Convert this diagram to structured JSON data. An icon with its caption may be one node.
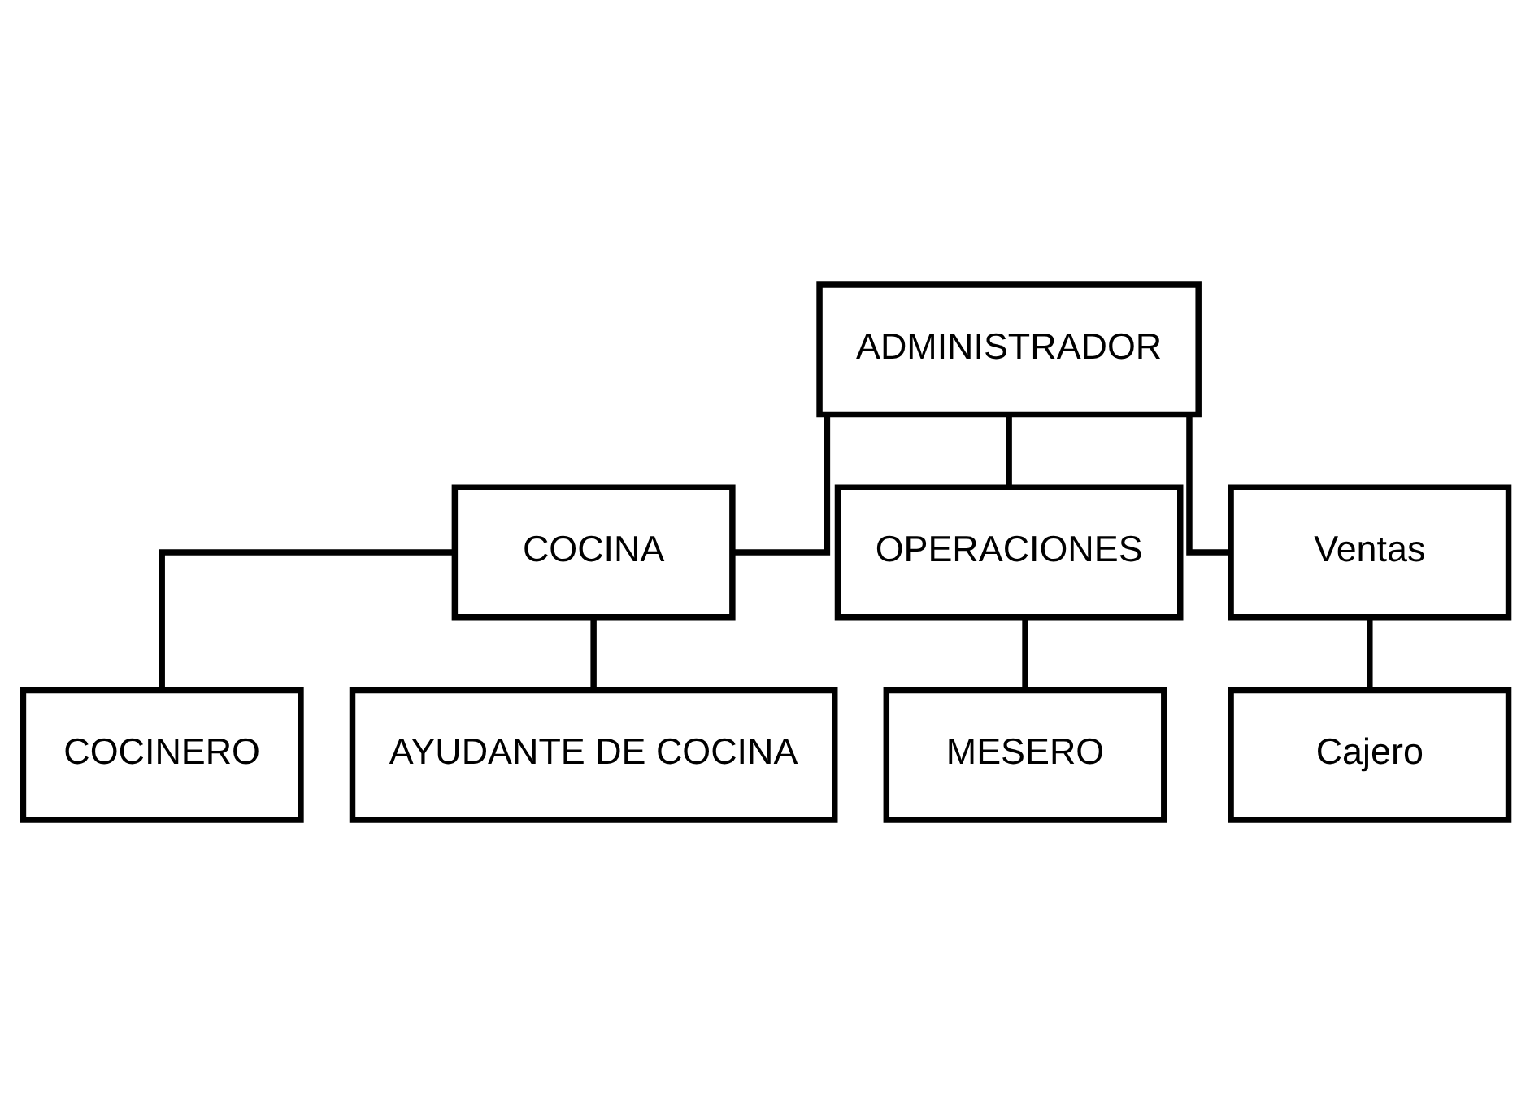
{
  "diagram": {
    "nodes": [
      {
        "text": [
          "ADMINISTRADOR"
        ]
      },
      {
        "text": [
          "COCINA"
        ]
      },
      {
        "text": [
          "OPERACIONES"
        ]
      },
      {
        "text": [
          "Ventas"
        ]
      },
      {
        "text": [
          "COCINERO"
        ]
      },
      {
        "text": [
          "AYUDANTE DE COCINA"
        ]
      },
      {
        "text": [
          "MESERO"
        ]
      },
      {
        "text": [
          "Cajero"
        ]
      }
    ],
    "edges": [
      {
        "from": 0,
        "to": 1,
        "arrow": "none"
      },
      {
        "from": 0,
        "to": 2,
        "arrow": "none"
      },
      {
        "from": 0,
        "to": 3,
        "arrow": "none"
      },
      {
        "from": 1,
        "to": 4,
        "arrow": "none"
      },
      {
        "from": 1,
        "to": 5,
        "arrow": "none"
      },
      {
        "from": 2,
        "to": 6,
        "arrow": "none"
      },
      {
        "from": 3,
        "to": 7,
        "arrow": "none"
      }
    ]
  }
}
